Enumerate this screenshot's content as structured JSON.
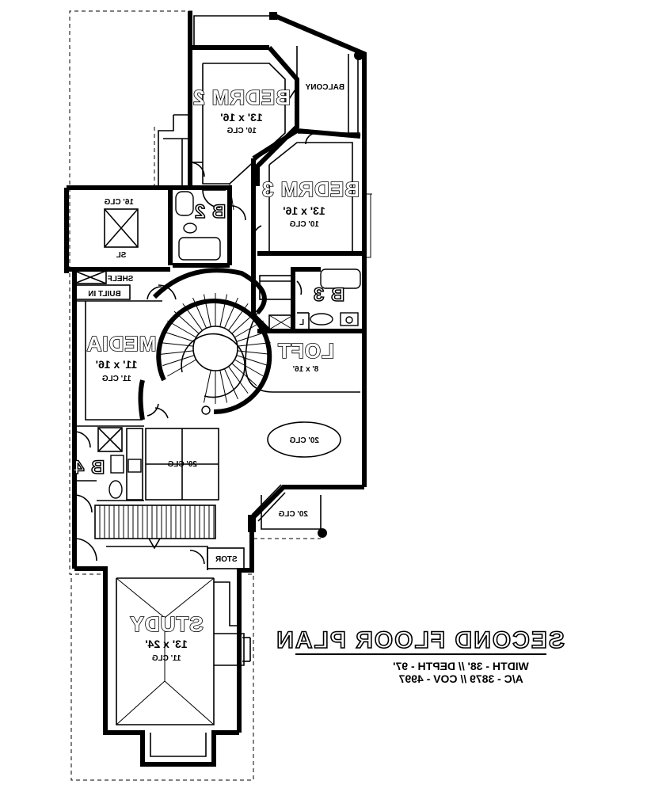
{
  "plan_title": "SECOND FLOOR PLAN",
  "plan_info": {
    "line1": "WIDTH - 38' // DEPTH - 97'",
    "line2": "A/C - 3879 // COV - 4997"
  },
  "rooms": {
    "bedroom2": {
      "name": "BEDRM 2",
      "size": "13' x 16'",
      "ceiling": "10' CLG"
    },
    "bedroom3": {
      "name": "BEDRM 3",
      "size": "13' x 16'",
      "ceiling": "10' CLG"
    },
    "bath2": {
      "name": "B 2"
    },
    "bath3": {
      "name": "B 3"
    },
    "bath4": {
      "name": "B 4"
    },
    "media": {
      "name": "MEDIA",
      "size": "11' x 16'",
      "ceiling": "11' CLG"
    },
    "loft": {
      "name": "LOFT",
      "size": "8' x 16'"
    },
    "study": {
      "name": "STUDY",
      "size": "13' x 24'",
      "ceiling": "11' CLG"
    },
    "balcony": {
      "name": "BALCONY"
    },
    "upper_room": {
      "ceiling": "16' CLG",
      "sl_label": "SL"
    }
  },
  "labels": {
    "shelf": "SHELF",
    "built_in": "BUILT IN",
    "stor": "STOR",
    "loft_ceiling": "20' CLG",
    "open_ceiling": "20' CLG",
    "porch_ceiling": "20' CLG",
    "linen": "L"
  }
}
